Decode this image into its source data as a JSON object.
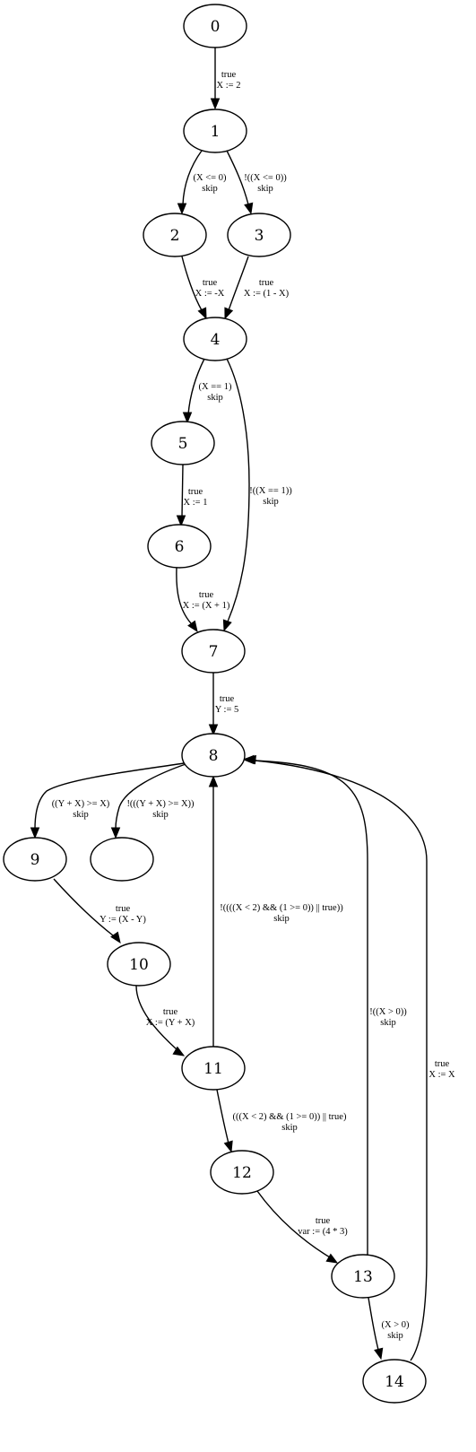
{
  "diagram": {
    "type": "control-flow-graph",
    "nodes": [
      {
        "id": "n0",
        "label": "0"
      },
      {
        "id": "n1",
        "label": "1"
      },
      {
        "id": "n2",
        "label": "2"
      },
      {
        "id": "n3",
        "label": "3"
      },
      {
        "id": "n4",
        "label": "4"
      },
      {
        "id": "n5",
        "label": "5"
      },
      {
        "id": "n6",
        "label": "6"
      },
      {
        "id": "n7",
        "label": "7"
      },
      {
        "id": "n8",
        "label": "8"
      },
      {
        "id": "n9",
        "label": "9"
      },
      {
        "id": "nblank",
        "label": ""
      },
      {
        "id": "n10",
        "label": "10"
      },
      {
        "id": "n11",
        "label": "11"
      },
      {
        "id": "n12",
        "label": "12"
      },
      {
        "id": "n13",
        "label": "13"
      },
      {
        "id": "n14",
        "label": "14"
      }
    ],
    "edges": [
      {
        "id": "e0_1",
        "from": "0",
        "to": "1",
        "guard": "true",
        "action": "X := 2"
      },
      {
        "id": "e1_2",
        "from": "1",
        "to": "2",
        "guard": "(X <= 0)",
        "action": "skip"
      },
      {
        "id": "e1_3",
        "from": "1",
        "to": "3",
        "guard": "!((X <= 0))",
        "action": "skip"
      },
      {
        "id": "e2_4",
        "from": "2",
        "to": "4",
        "guard": "true",
        "action": "X := -X"
      },
      {
        "id": "e3_4",
        "from": "3",
        "to": "4",
        "guard": "true",
        "action": "X := (1 - X)"
      },
      {
        "id": "e4_5",
        "from": "4",
        "to": "5",
        "guard": "(X == 1)",
        "action": "skip"
      },
      {
        "id": "e4_7",
        "from": "4",
        "to": "7",
        "guard": "!((X == 1))",
        "action": "skip"
      },
      {
        "id": "e5_6",
        "from": "5",
        "to": "6",
        "guard": "true",
        "action": "X := 1"
      },
      {
        "id": "e6_7",
        "from": "6",
        "to": "7",
        "guard": "true",
        "action": "X := (X + 1)"
      },
      {
        "id": "e7_8",
        "from": "7",
        "to": "8",
        "guard": "true",
        "action": "Y := 5"
      },
      {
        "id": "e8_9",
        "from": "8",
        "to": "9",
        "guard": "((Y + X) >= X)",
        "action": "skip"
      },
      {
        "id": "e8_blank",
        "from": "8",
        "to": "",
        "guard": "!(((Y + X) >= X))",
        "action": "skip"
      },
      {
        "id": "e9_10",
        "from": "9",
        "to": "10",
        "guard": "true",
        "action": "Y := (X - Y)"
      },
      {
        "id": "e10_11",
        "from": "10",
        "to": "11",
        "guard": "true",
        "action": "X := (Y + X)"
      },
      {
        "id": "e11_8",
        "from": "11",
        "to": "8",
        "guard": "!((((X < 2) && (1 >= 0)) || true))",
        "action": "skip"
      },
      {
        "id": "e11_12",
        "from": "11",
        "to": "12",
        "guard": "(((X < 2) && (1 >= 0)) || true)",
        "action": "skip"
      },
      {
        "id": "e12_13",
        "from": "12",
        "to": "13",
        "guard": "true",
        "action": "var := (4 * 3)"
      },
      {
        "id": "e13_8",
        "from": "13",
        "to": "8",
        "guard": "!((X > 0))",
        "action": "skip"
      },
      {
        "id": "e13_14",
        "from": "13",
        "to": "14",
        "guard": "(X > 0)",
        "action": "skip"
      },
      {
        "id": "e14_8",
        "from": "14",
        "to": "8",
        "guard": "true",
        "action": "X := X"
      }
    ]
  }
}
